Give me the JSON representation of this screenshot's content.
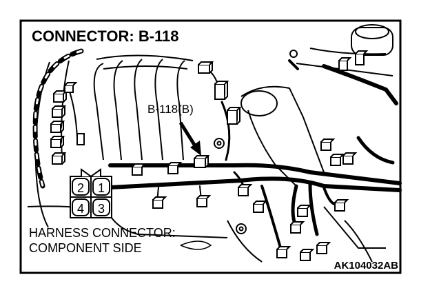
{
  "diagram": {
    "title": "CONNECTOR: B-118",
    "pointer_label": "B-118(B)",
    "caption_line1": "HARNESS CONNECTOR:",
    "caption_line2": "COMPONENT SIDE",
    "figure_code": "AK104032AB",
    "pins": [
      "2",
      "1",
      "4",
      "3"
    ]
  }
}
